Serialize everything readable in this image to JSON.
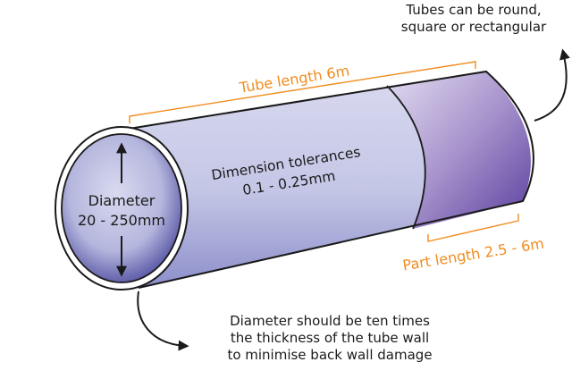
{
  "labels": {
    "diameter_title": "Diameter",
    "diameter_range": "20 - 250mm",
    "tolerance_title": "Dimension tolerances",
    "tolerance_range": "0.1 - 0.25mm",
    "tube_length": "Tube length 6m",
    "part_length": "Part length 2.5 - 6m"
  },
  "notes": {
    "shapes": [
      "Tubes can be round,",
      "square or rectangular"
    ],
    "wall": [
      "Diameter should be ten times",
      "the thickness of the tube wall",
      "to minimise back wall damage"
    ]
  },
  "colors": {
    "tube_light": "#dcdcf0",
    "tube_dark": "#3d3a91",
    "part_dark": "#5a3f9e",
    "dimension_orange": "#f08c1e",
    "outline": "#1a1a1a"
  }
}
